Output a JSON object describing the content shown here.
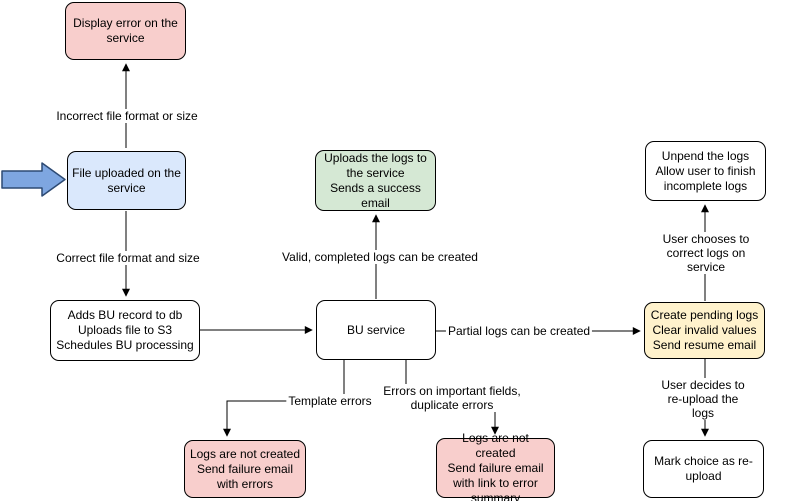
{
  "diagram": {
    "nodes": {
      "display_error": {
        "text": "Display error on the\nservice"
      },
      "file_uploaded": {
        "text": "File uploaded on the\nservice"
      },
      "adds_bu_record": {
        "text": "Adds BU record to db\nUploads file to S3\nSchedules BU processing"
      },
      "bu_service": {
        "text": "BU service"
      },
      "upload_success": {
        "text": "Uploads the logs to\nthe service\nSends a success\nemail"
      },
      "create_pending": {
        "text": "Create pending logs\nClear invalid values\nSend resume email"
      },
      "unpend_logs": {
        "text": "Unpend the logs\nAllow user to finish\nincomplete logs"
      },
      "mark_reupload": {
        "text": "Mark choice as re-\nupload"
      },
      "logs_not_created_errors": {
        "text": "Logs are not created\nSend failure email\nwith errors"
      },
      "logs_not_created_summary": {
        "text": "Logs are not created\nSend failure email\nwith link to error\nsummary"
      }
    },
    "edge_labels": {
      "incorrect_format": "Incorrect file format or size",
      "correct_format": "Correct file format and size",
      "valid_logs": "Valid, completed logs can be created",
      "partial_logs": "Partial logs can be created",
      "user_corrects": "User chooses to correct logs on service",
      "user_reuploads": "User decides to re-upload the logs",
      "template_errors": "Template errors",
      "field_errors": "Errors on important fields,\nduplicate errors"
    },
    "colors": {
      "pink_fill": "#f8cecc",
      "blue_fill": "#dae8fc",
      "green_fill": "#d5e8d4",
      "yellow_fill": "#fff2cc",
      "white_fill": "#ffffff",
      "node_border": "#000000",
      "line_color": "#000000",
      "input_arrow_fill": "#7ea6e0",
      "input_arrow_border": "#2d4a73"
    }
  }
}
